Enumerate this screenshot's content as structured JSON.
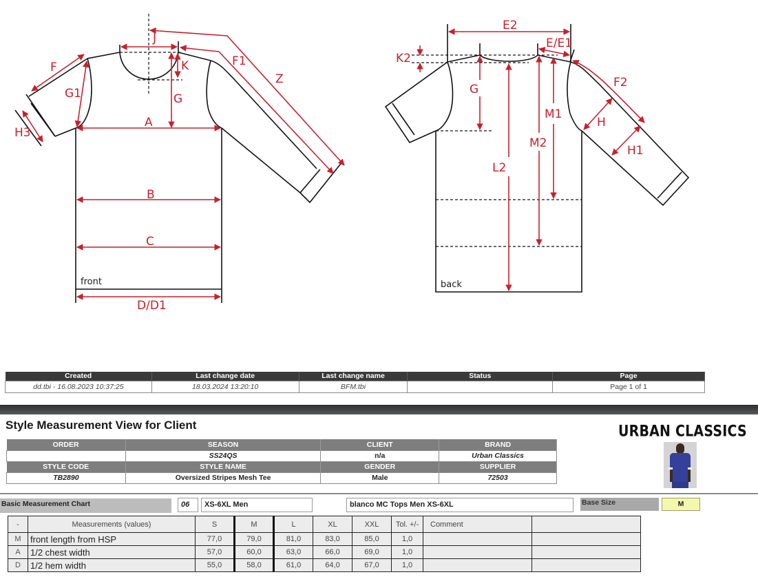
{
  "diagram": {
    "front": {
      "view_label": "front",
      "labels": [
        "J",
        "K",
        "F",
        "F1",
        "Z",
        "G1",
        "G",
        "H3",
        "A",
        "B",
        "C",
        "D/D1"
      ]
    },
    "back": {
      "view_label": "back",
      "labels": [
        "E2",
        "E/E1",
        "K2",
        "G",
        "F2",
        "M1",
        "H",
        "H1",
        "M2",
        "L2"
      ]
    },
    "accent_color": "#c8202c"
  },
  "meta": {
    "headers": [
      "Created",
      "Last change date",
      "Last change name",
      "Status",
      "Page"
    ],
    "values": [
      "dd.tbi - 16.08.2023 10:37:25",
      "18.03.2024 13:20:10",
      "BFM.tbi",
      "",
      "Page 1 of 1"
    ]
  },
  "header": {
    "title": "Style Measurement View for Client",
    "brand_logo": "URBAN CLASSICS",
    "product_image": "product-photo"
  },
  "style_info": {
    "row1_headers": [
      "ORDER",
      "SEASON",
      "CLIENT",
      "BRAND"
    ],
    "row1_values": [
      "",
      "SS24QS",
      "n/a",
      "Urban Classics"
    ],
    "row2_headers": [
      "STYLE CODE",
      "STYLE NAME",
      "GENDER",
      "SUPPLIER"
    ],
    "row2_values": [
      "TB2890",
      "Oversized Stripes Mesh Tee",
      "Male",
      "72503"
    ]
  },
  "chart_header": {
    "label": "Basic Measurement Chart",
    "size_code": "06",
    "size_range": "XS-6XL Men",
    "template": "blanco MC Tops Men XS-6XL",
    "base_size_label": "Base Size",
    "base_size_value": "M"
  },
  "measurements": {
    "columns": [
      "-",
      "Measurements (values)",
      "S",
      "M",
      "L",
      "XL",
      "XXL",
      "Tol. +/-",
      "Comment",
      ""
    ],
    "rows": [
      {
        "code": "M",
        "name": "front length from HSP",
        "S": "77,0",
        "M": "79,0",
        "L": "81,0",
        "XL": "83,0",
        "XXL": "85,0",
        "tol": "1,0",
        "comment": "",
        "extra": ""
      },
      {
        "code": "A",
        "name": "1/2 chest width",
        "S": "57,0",
        "M": "60,0",
        "L": "63,0",
        "XL": "66,0",
        "XXL": "69,0",
        "tol": "1,0",
        "comment": "",
        "extra": ""
      },
      {
        "code": "D",
        "name": "1/2 hem width",
        "S": "55,0",
        "M": "58,0",
        "L": "61,0",
        "XL": "64,0",
        "XXL": "67,0",
        "tol": "1,0",
        "comment": "",
        "extra": ""
      }
    ]
  }
}
